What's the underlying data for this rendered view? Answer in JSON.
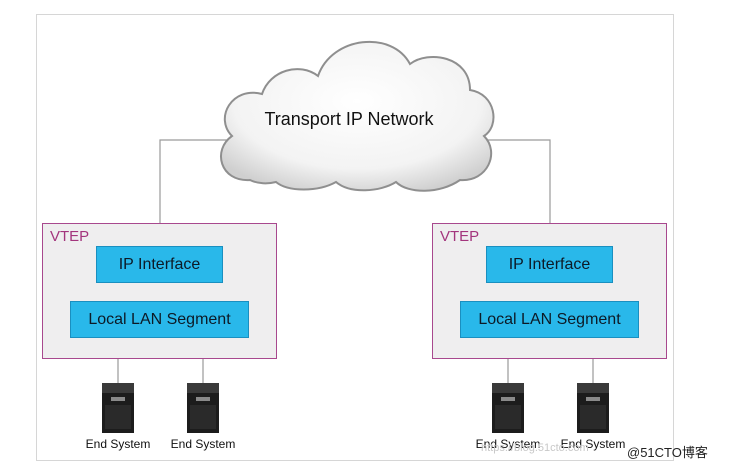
{
  "cloud": {
    "label": "Transport IP Network"
  },
  "vteps": [
    {
      "title": "VTEP",
      "ip_interface": "IP Interface",
      "lan_segment": "Local LAN Segment",
      "end_systems": [
        "End System",
        "End System"
      ]
    },
    {
      "title": "VTEP",
      "ip_interface": "IP Interface",
      "lan_segment": "Local LAN Segment",
      "end_systems": [
        "End System",
        "End System"
      ]
    }
  ],
  "watermark": {
    "url": "https://blog.51cto.com",
    "text": "@51CTO博客"
  },
  "colors": {
    "vtep_border": "#a8488e",
    "vtep_title": "#a3357d",
    "box_fill": "#29b8ea",
    "line": "#9a9a9a"
  }
}
